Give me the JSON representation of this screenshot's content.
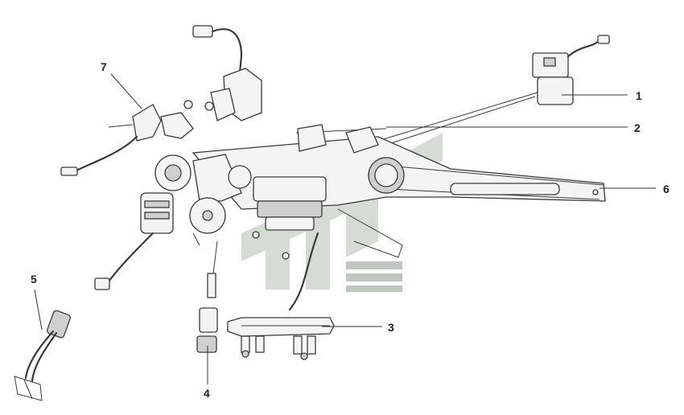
{
  "callouts": [
    {
      "id": "1",
      "label": "1"
    },
    {
      "id": "2",
      "label": "2"
    },
    {
      "id": "3",
      "label": "3"
    },
    {
      "id": "4",
      "label": "4"
    },
    {
      "id": "5",
      "label": "5"
    },
    {
      "id": "6",
      "label": "6"
    },
    {
      "id": "7",
      "label": "7"
    }
  ],
  "colors": {
    "line": "#333333",
    "watermark": "#c9d0c9",
    "watermark_dark": "#aab2aa"
  }
}
